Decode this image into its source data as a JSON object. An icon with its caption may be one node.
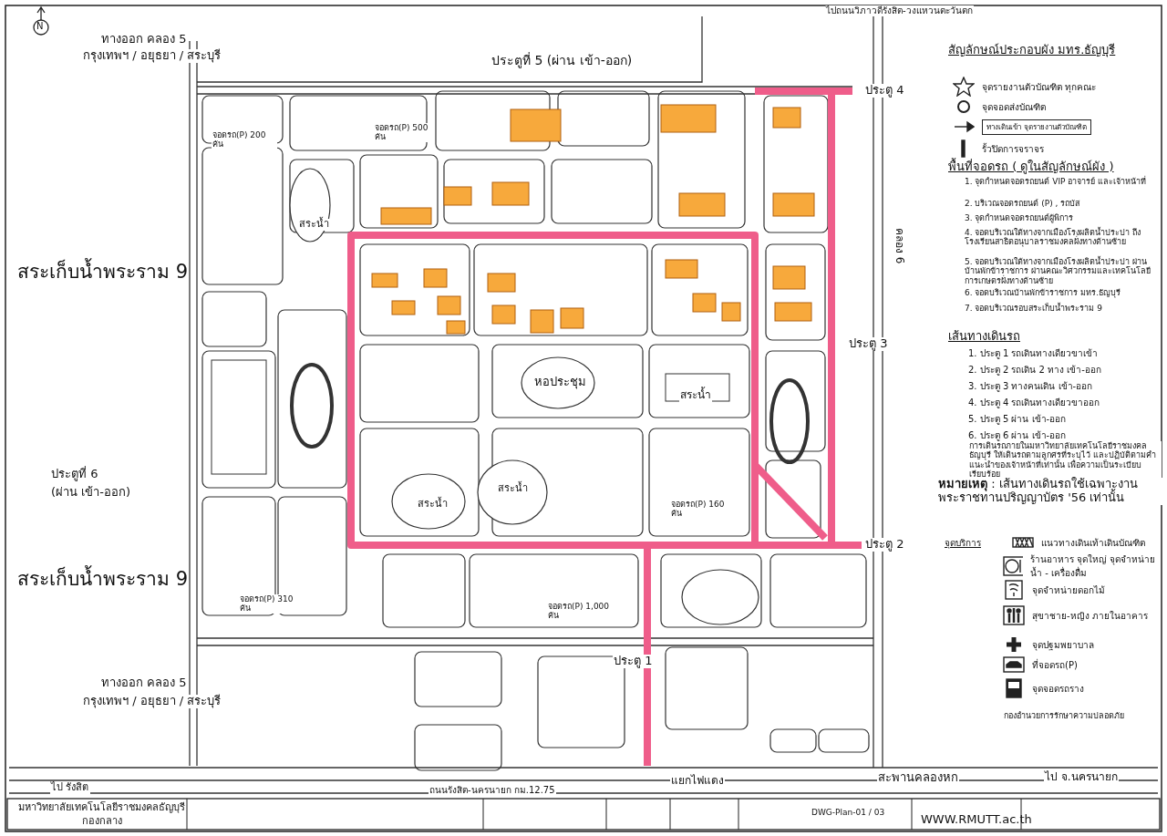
{
  "diagram": {
    "labels": [
      "ทางออก คลอง 5",
      "กรุงเทพฯ / อยุธยา / สระบุรี",
      "ไปถนนวิภาวดีรังสิต-วงแหวนตะวันตก",
      "ประตูที่ 5 (ผ่าน เข้า-ออก)",
      "ประตู 4",
      "คลอง 6",
      "สระเก็บน้ำพระราม 9",
      "สระน้ำ",
      "หอประชุม",
      "สระน้ำ",
      "ประตู 3",
      "ประตูที่ 6",
      "(ผ่าน เข้า-ออก)",
      "สระน้ำ",
      "สระน้ำ",
      "ประตู 2",
      "สระเก็บน้ำพระราม 9",
      "ทางออก คลอง 5",
      "กรุงเทพฯ / อยุธยา / สระบุรี",
      "ประตู 1",
      "สะพานคลองหก",
      "ไป รังสิต",
      "ถนนรังสิต-นครนายก กม.12.75",
      "แยกไฟแดง",
      "ไป จ.นครนายก",
      "จอดรถ(P) 200 คัน",
      "จอดรถ(P) 500 คัน",
      "จอดรถ(P) 310 คัน",
      "จอดรถ(P) 1,000 คัน",
      "จอดรถ(P) 160 คัน",
      "สัญลักษณ์ประกอบผัง มทร.ธัญบุรี",
      "พื้นที่จอดรถ ( ดูในสัญลักษณ์ผัง )",
      "1. จุดกำหนดจอดรถยนต์ VIP อาจารย์ และเจ้าหน้าที่",
      "2. บริเวณจอดรถยนต์ (P) , รถบัส",
      "3. จุดกำหนดจอดรถยนต์ผู้พิการ",
      "4. จอดบริเวณใต้ทางจากเมืองโรงผลิตน้ำประปา ถึงโรงเรียนสาธิตอนุบาลราชมงคลฝั่งทางด้านซ้าย",
      "5. จอดบริเวณใต้ทางจากเมืองโรงผลิตน้ำประปา ผ่านบ้านพักข้าราชการ ผ่านคณะวิศวกรรมและเทคโนโลยีการเกษตรฝั่งทางด้านซ้าย",
      "6. จอดบริเวณบ้านพักข้าราชการ มทร.ธัญบุรี",
      "7. จอดบริเวณรอบสระเก็บน้ำพระราม 9",
      "เส้นทางเดินรถ",
      "1. ประตู 1 รถเดินทางเดียวขาเข้า",
      "2. ประตู 2 รถเดิน 2 ทาง เข้า-ออก",
      "3. ประตู 3 ทางคนเดิน เข้า-ออก",
      "4. ประตู 4 รถเดินทางเดียวขาออก",
      "5. ประตู 5 ผ่าน เข้า-ออก",
      "6. ประตู 6 ผ่าน เข้า-ออก",
      "การเดินรถภายในมหาวิทยาลัยเทคโนโลยีราชมงคลธัญบุรี ให้เดินรถตามลูกศรที่ระบุไว้ และปฏิบัติตามคำแนะนำของเจ้าหน้าที่เท่านั้น เพื่อความเป็นระเบียบเรียบร้อย",
      "**หมายเหตุ** : เส้นทางเดินรถใช้เฉพาะงาน พระราชทานปริญญาบัตร '56 เท่านั้น",
      "จุดบริการ",
      "กองอำนวยการรักษาความปลอดภัย",
      "มหาวิทยาลัยเทคโนโลยีราชมงคลธัญบุรี",
      "กองกลาง",
      "DWG-Plan-01 / 03",
      "WWW.RMUTT.ac.th",
      "N"
    ],
    "legend": [
      {
        "text": "จุดรายงานตัวบัณฑิต ทุกคณะ"
      },
      {
        "text": "จุดจอดส่งบัณฑิต"
      },
      {
        "text": "ทางเดินเข้า จุดรายงานตัวบัณฑิต"
      },
      {
        "text": "รั้วปิดการจราจร"
      },
      {
        "text": "แนวทางเดินเท้าเดินบัณฑิต"
      },
      {
        "text": "ร้านอาหาร จุดใหญ่ จุดจำหน่ายน้ำ - เครื่องดื่ม"
      },
      {
        "text": "จุดจำหน่ายดอกไม้"
      },
      {
        "text": "สุขาชาย-หญิง ภายในอาคาร"
      },
      {
        "text": "จุดปฐมพยาบาล"
      },
      {
        "text": "ที่จอดรถ(P)"
      },
      {
        "text": "จุดจอดรถราง"
      }
    ]
  }
}
